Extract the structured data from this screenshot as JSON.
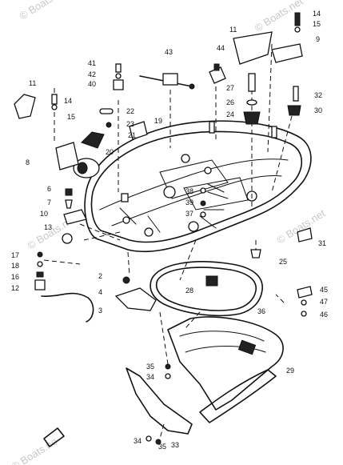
{
  "watermarks": [
    "© Boats.net",
    "© Boats.net",
    "© Boats.net",
    "© Boats.net",
    "© Boats.ne"
  ],
  "callouts": [
    "14",
    "15",
    "9",
    "11",
    "44",
    "43",
    "41",
    "42",
    "40",
    "22",
    "23",
    "21",
    "20",
    "11",
    "14",
    "15",
    "8",
    "27",
    "26",
    "24",
    "32",
    "30",
    "19",
    "6",
    "7",
    "10",
    "13",
    "38",
    "39",
    "37",
    "17",
    "18",
    "16",
    "12",
    "2",
    "4",
    "3",
    "31",
    "25",
    "28",
    "36",
    "45",
    "47",
    "46",
    "35",
    "34",
    "29",
    "35",
    "34",
    "33"
  ],
  "colors": {
    "line": "#111111",
    "watermark": "#c8c8c8",
    "background": "#ffffff"
  }
}
